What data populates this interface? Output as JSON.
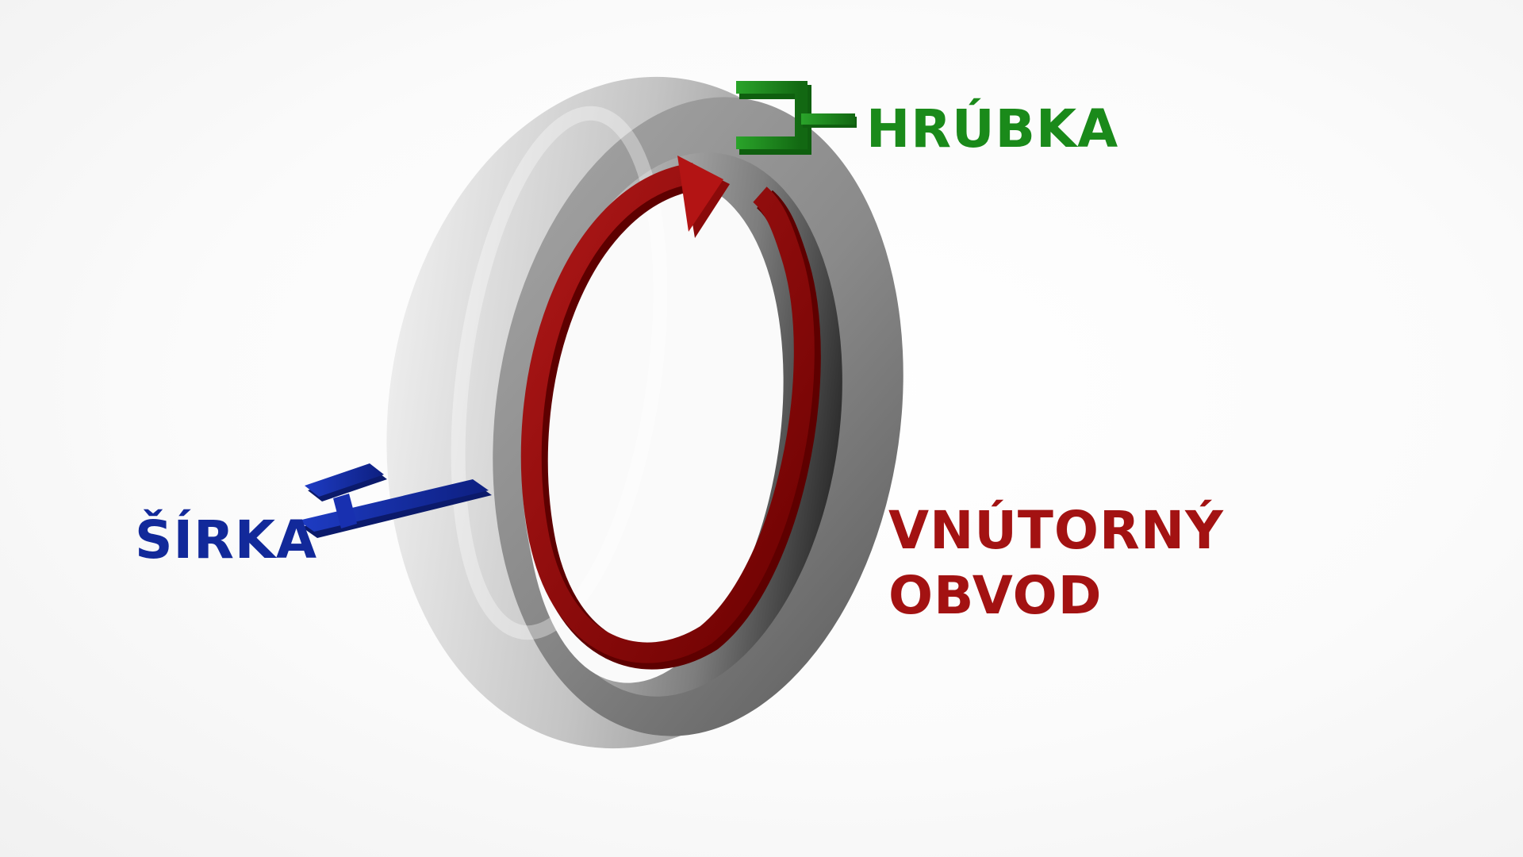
{
  "labels": {
    "thickness": "HRÚBKA",
    "width": "ŠÍRKA",
    "inner_circumference": [
      "VNÚTORNÝ",
      "OBVOD"
    ]
  },
  "colors": {
    "ring_light": "#d6d6d6",
    "ring_mid": "#a9a9a9",
    "ring_dark": "#5f5f5f",
    "thickness": "#1a8a1a",
    "width": "#12299a",
    "inner_circumference": "#a31212"
  }
}
